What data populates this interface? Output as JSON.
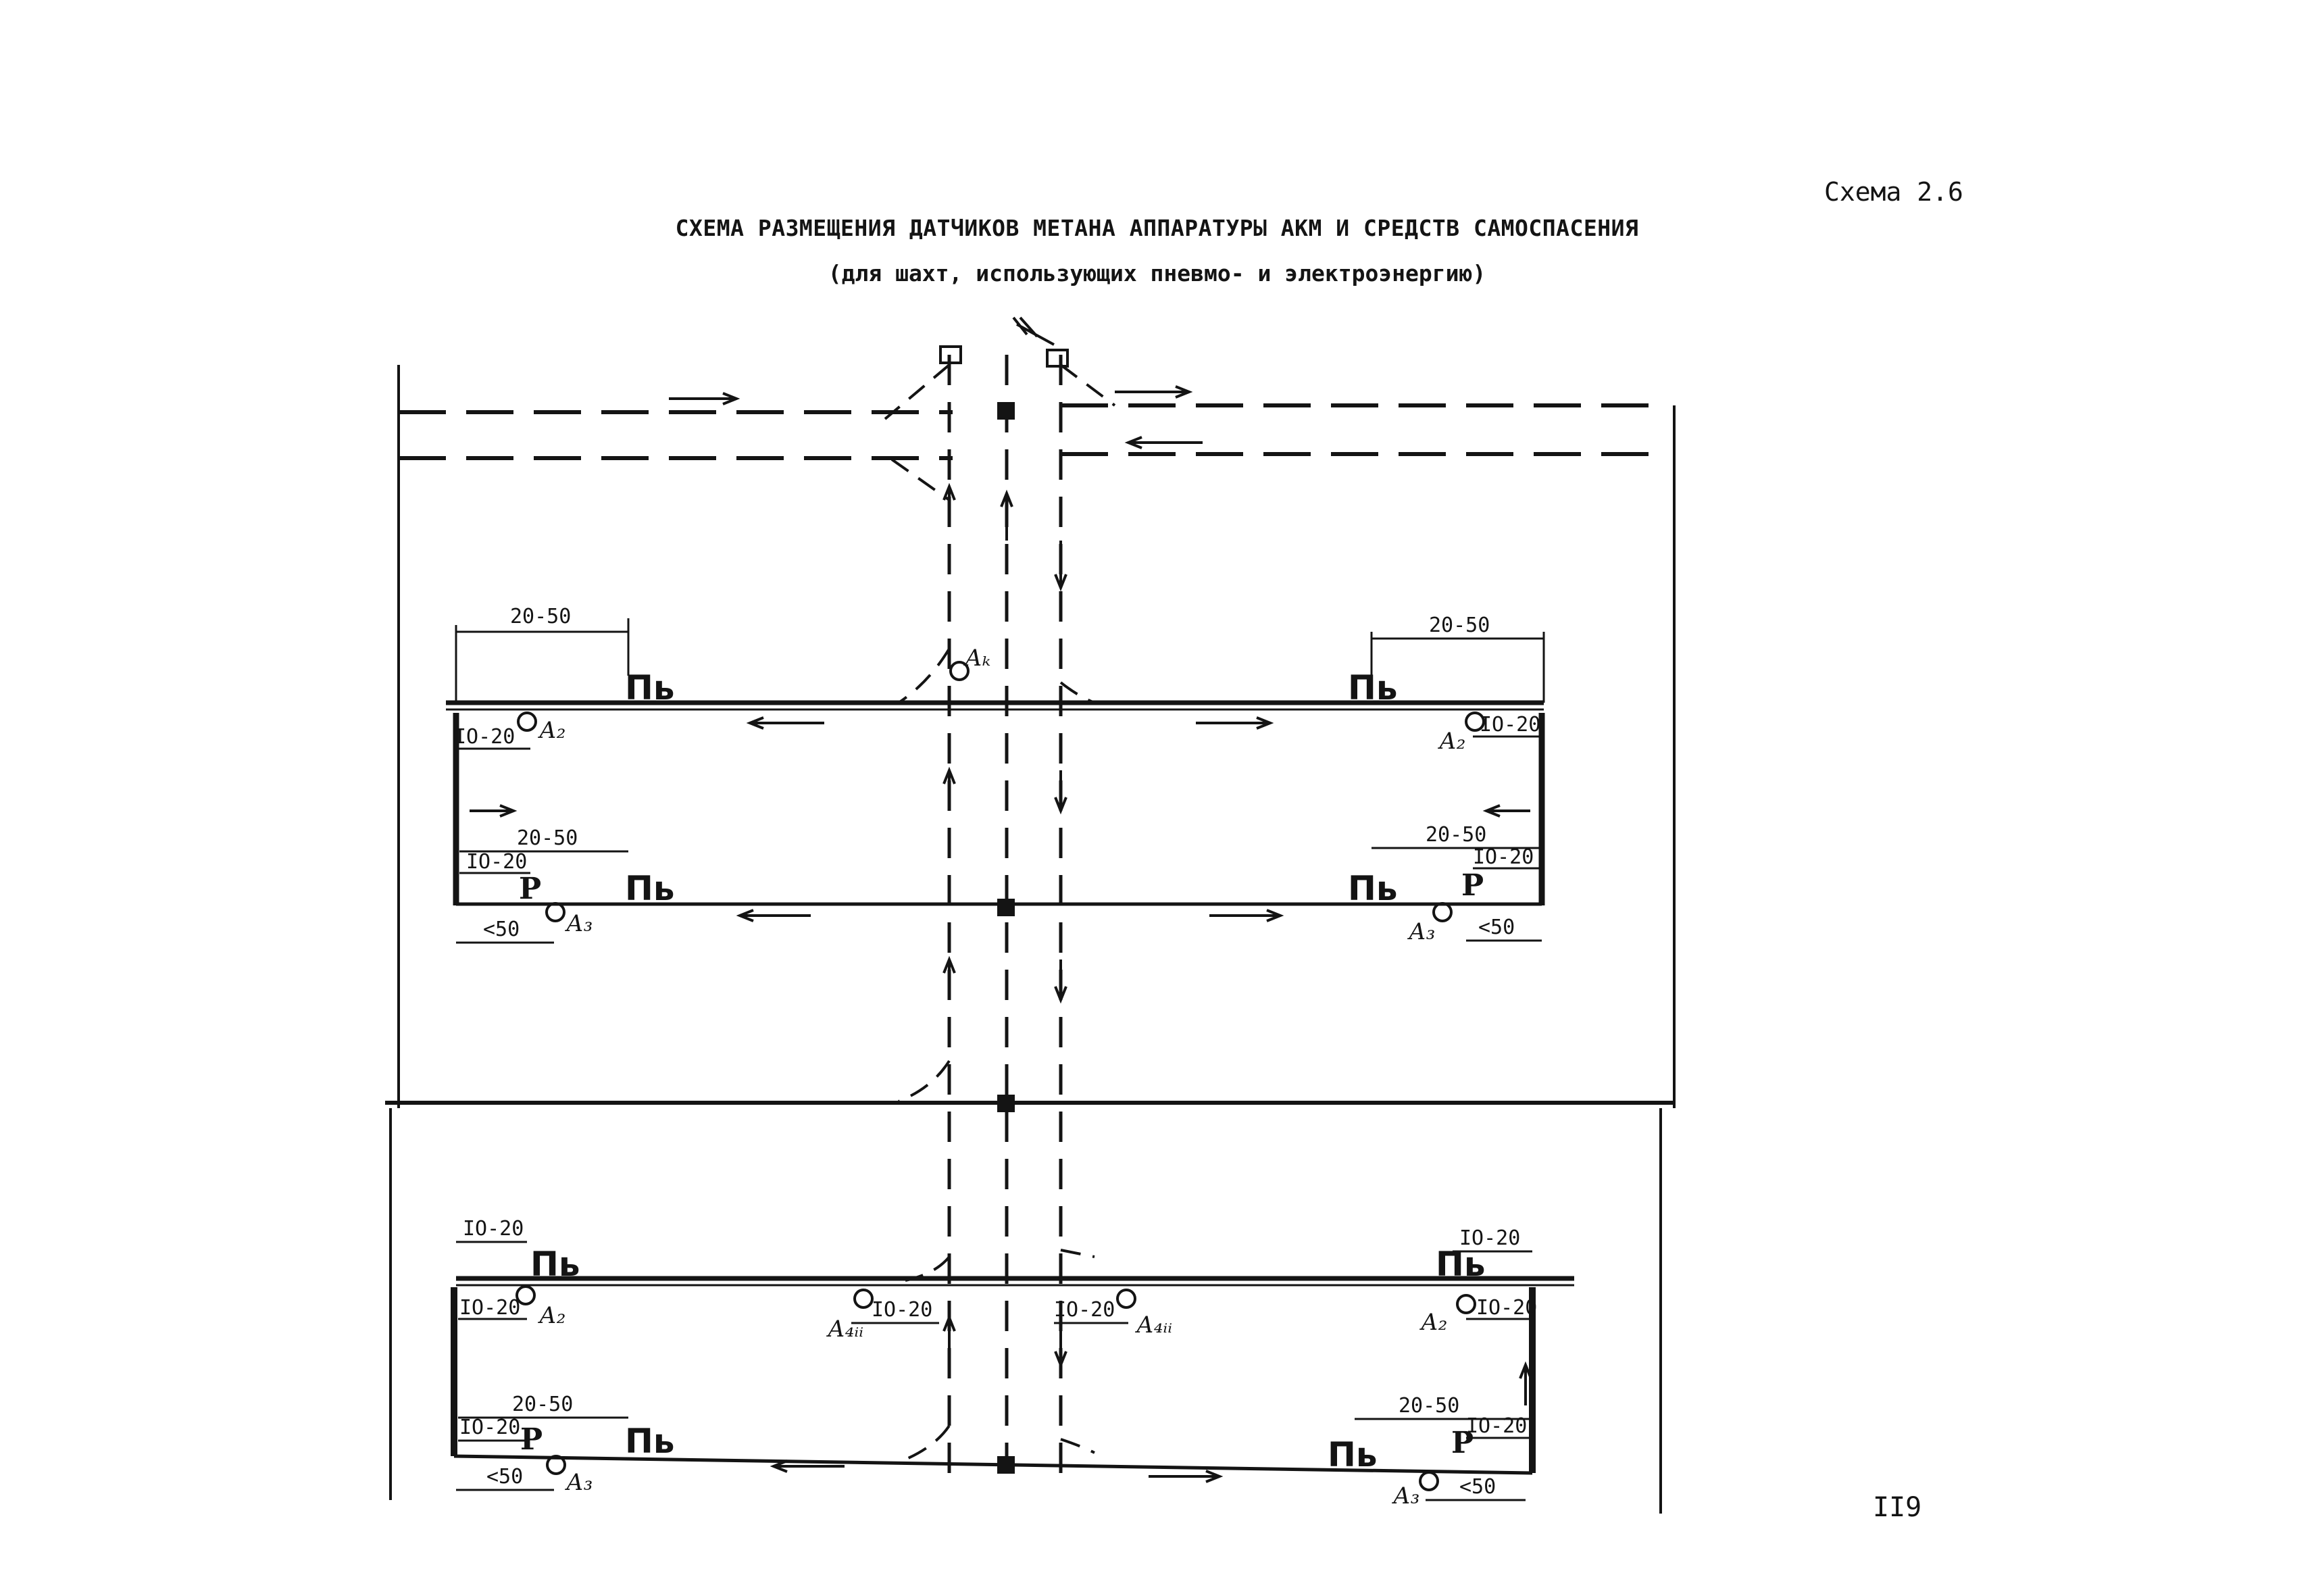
{
  "header": {
    "schema_label": "Схема 2.6",
    "title": "СХЕМА РАЗМЕЩЕНИЯ ДАТЧИКОВ МЕТАНА АППАРАТУРЫ АКМ И СРЕДСТВ САМОСПАСЕНИЯ",
    "subtitle": "(для шахт, использующих пневмо- и электроэнергию)"
  },
  "page_number": "II9",
  "dimensions": {
    "d20_50": "20-50",
    "d10_20": "IO-20",
    "lt50": "<50"
  },
  "markers": {
    "pb": "Пь",
    "p": "P",
    "a2": "А₂",
    "a3": "А₃",
    "a4": "А₄ᵢᵢ",
    "ak": "Аₖ"
  },
  "colors": {
    "ink": "#141414",
    "paper": "#ffffff"
  }
}
